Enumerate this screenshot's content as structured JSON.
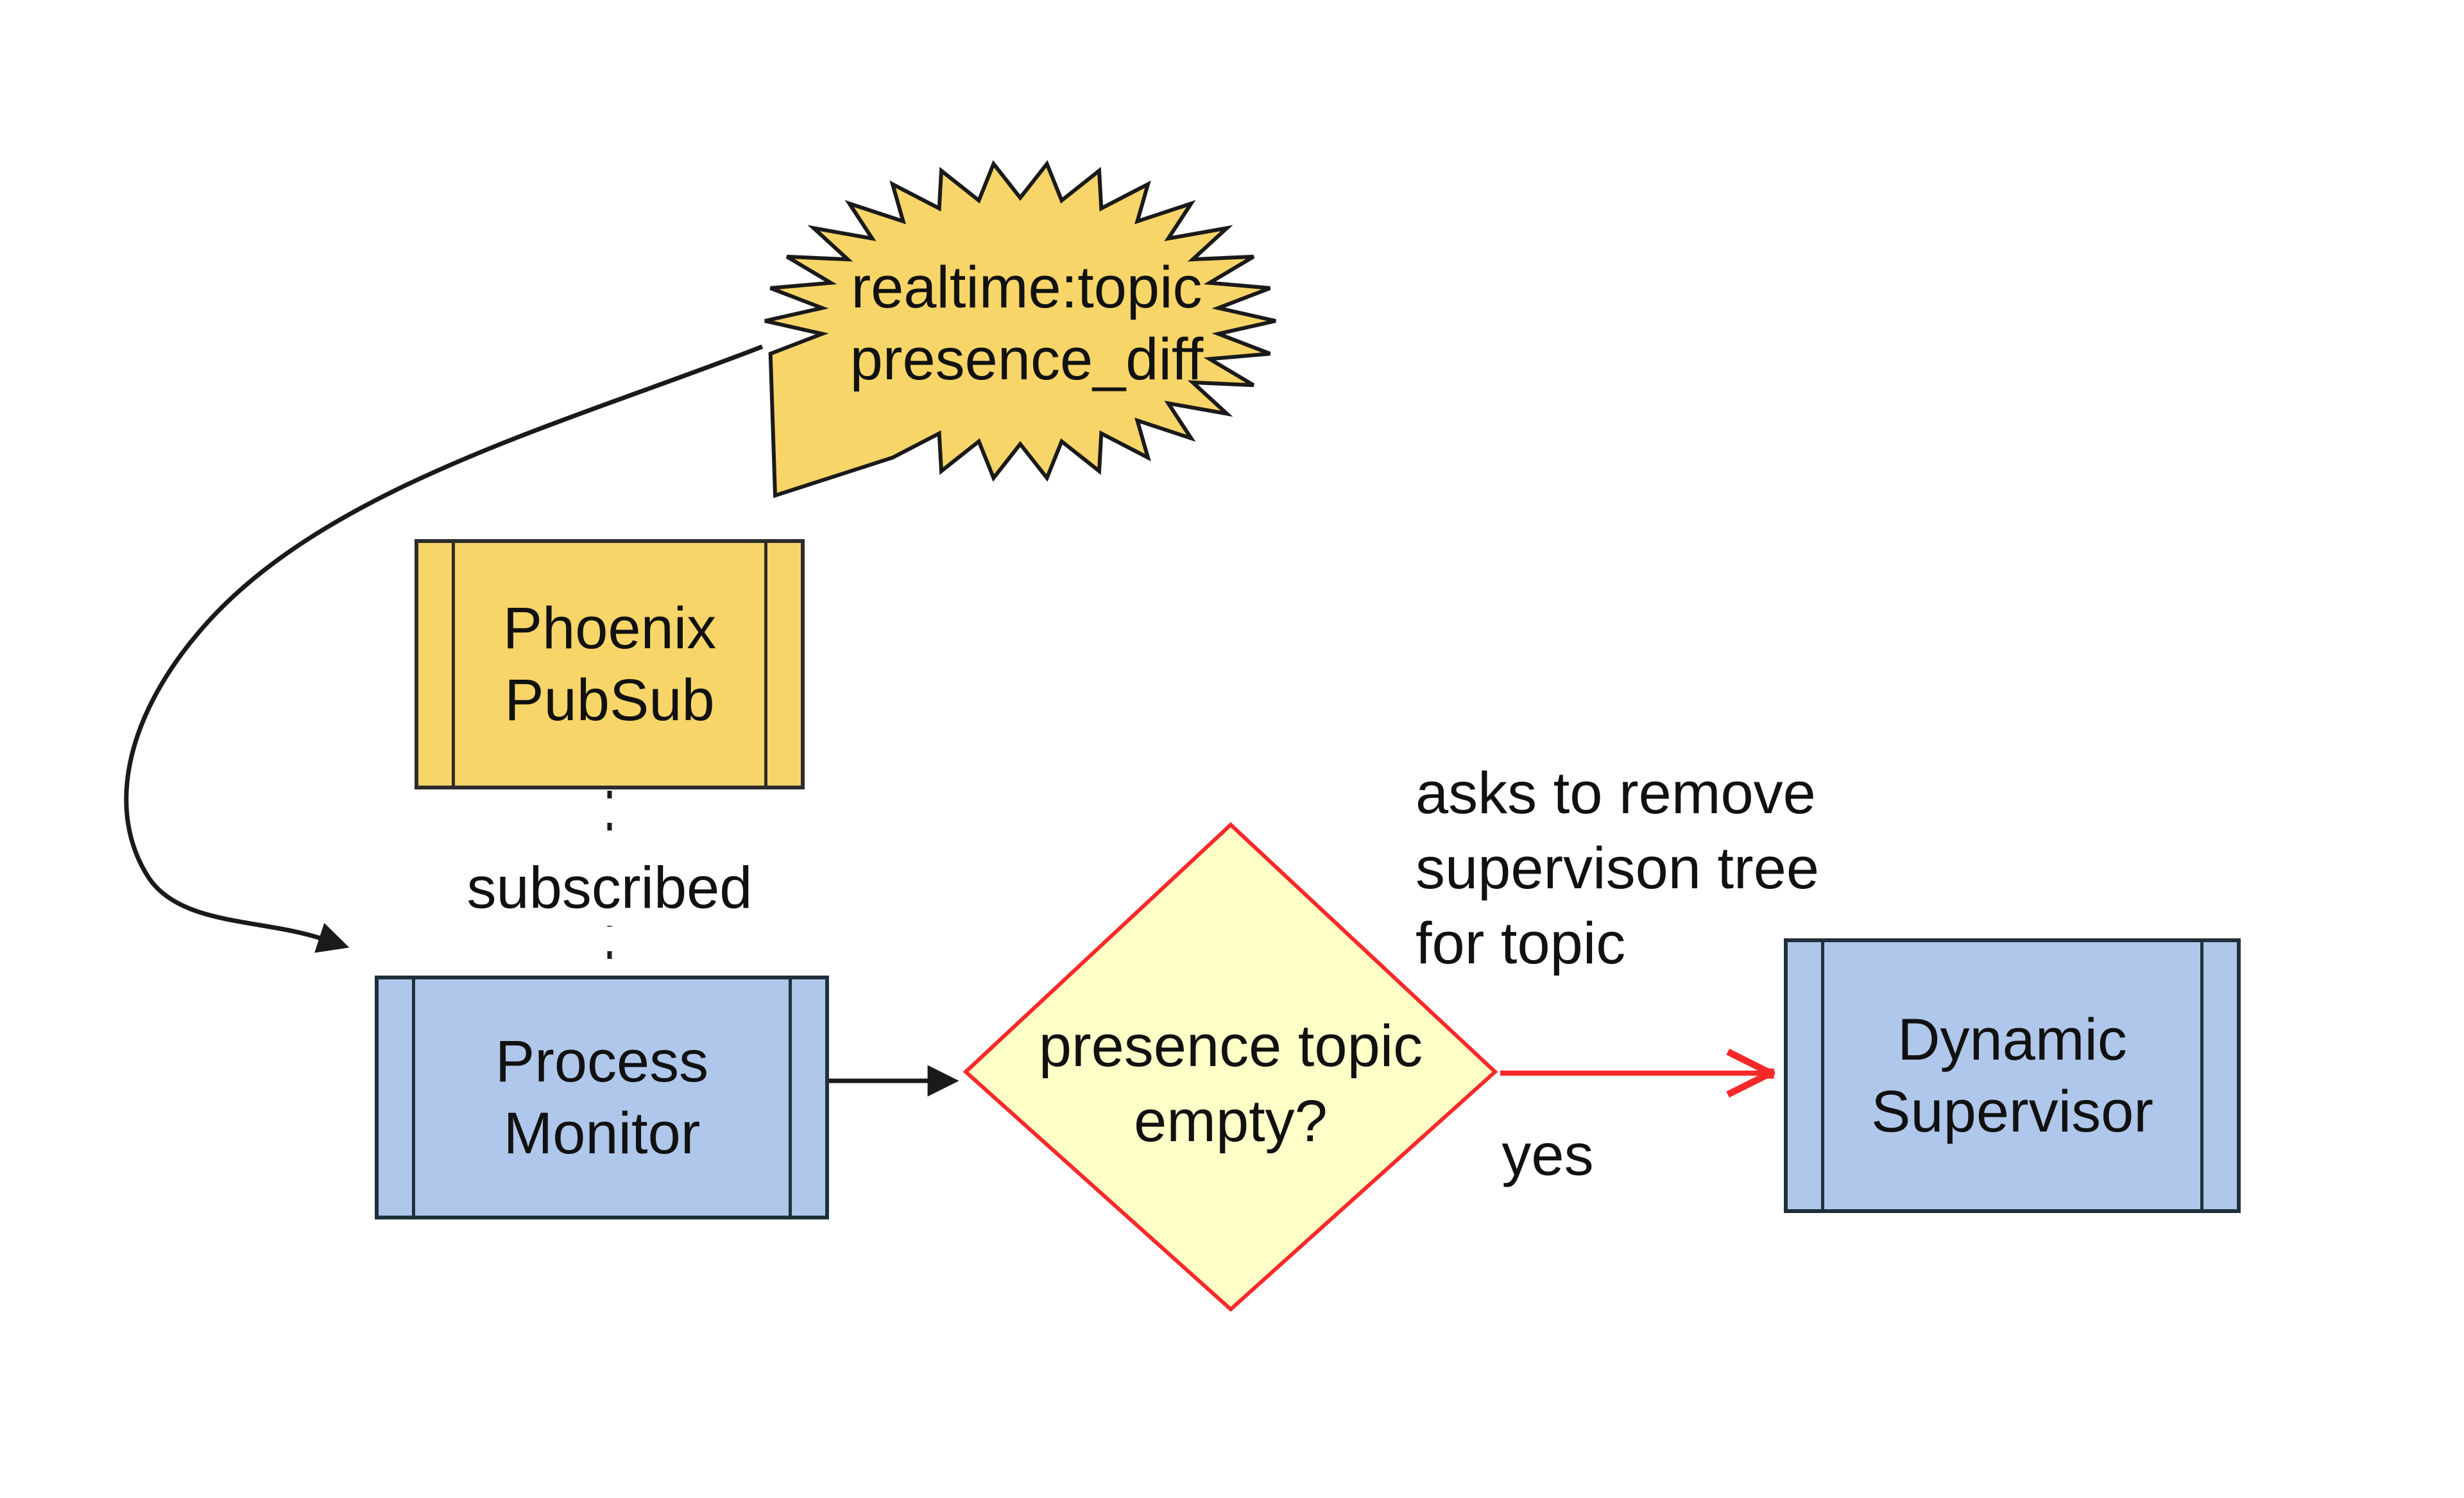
{
  "diagram": {
    "background": "#ffffff",
    "nodes": {
      "burst": {
        "line1": "realtime:topic",
        "line2": "presence_diff",
        "fill": "#f7d568",
        "stroke": "#1a1a1a"
      },
      "pubsub": {
        "line1": "Phoenix",
        "line2": "PubSub",
        "fill": "#f7d568",
        "stroke": "#2d2d2d"
      },
      "monitor": {
        "line1": "Process",
        "line2": "Monitor",
        "fill": "#afc7ea",
        "stroke": "#20303c"
      },
      "decision": {
        "line1": "presence topic",
        "line2": "empty?",
        "fill": "#ffffc8",
        "stroke": "#f82929"
      },
      "supervisor": {
        "line1": "Dynamic",
        "line2": "Supervisor",
        "fill": "#afc7ea",
        "stroke": "#20303c"
      }
    },
    "labels": {
      "subscribed": "subscribed",
      "annotation_line1": "asks to remove",
      "annotation_line2": "supervison tree",
      "annotation_line3": "for topic",
      "yes": "yes"
    },
    "colors": {
      "arrow_black": "#1a1a1a",
      "arrow_red": "#f82929",
      "text": "#111111"
    }
  }
}
